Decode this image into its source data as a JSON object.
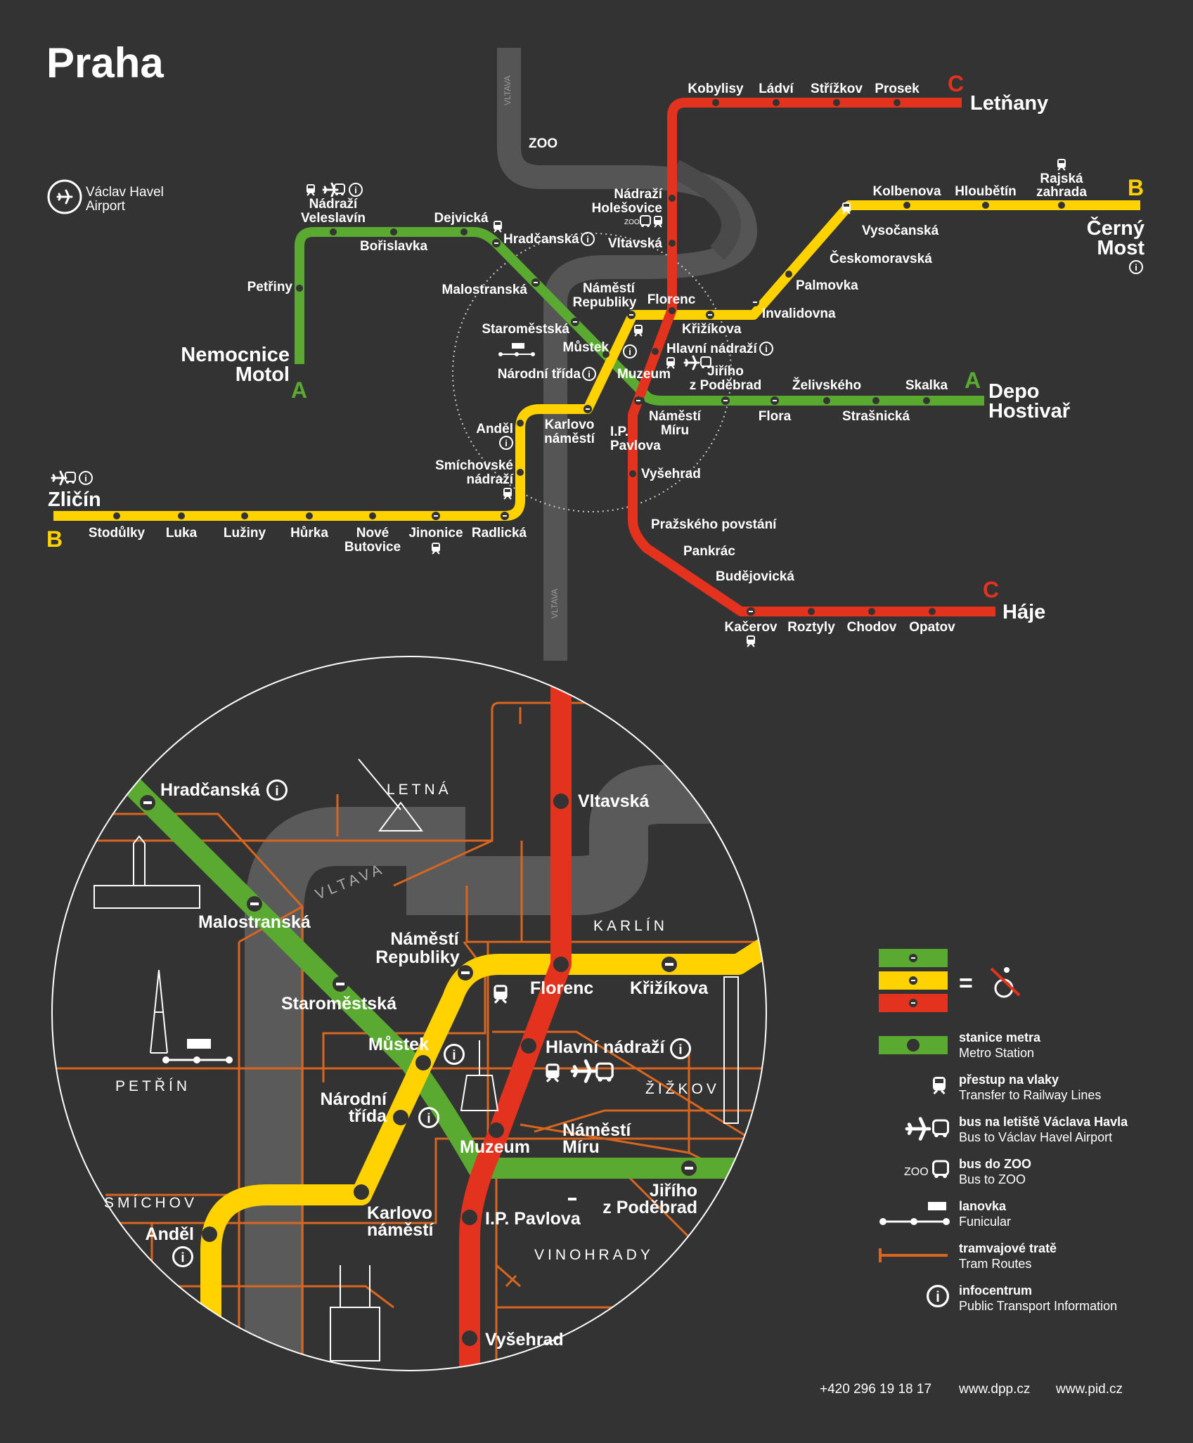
{
  "title": "Praha",
  "airport": {
    "line1": "Václav Havel",
    "line2": "Airport"
  },
  "river": {
    "label": "VLTAVA"
  },
  "colors": {
    "green": "#5aaa32",
    "yellow": "#ffd200",
    "red": "#e3321e",
    "tram": "#d9661f",
    "bg": "#333333",
    "gray": "#555555"
  },
  "line_letters": {
    "A": "A",
    "B": "B",
    "C": "C"
  },
  "termini": {
    "letnany": "Letňany",
    "cerny_most_1": "Černý",
    "cerny_most_2": "Most",
    "depo_1": "Depo",
    "depo_2": "Hostivař",
    "haje": "Háje",
    "motol_1": "Nemocnice",
    "motol_2": "Motol",
    "zlicin": "Zličín"
  },
  "stations": {
    "kobylisy": "Kobylisy",
    "ladvi": "Ládví",
    "strizkov": "Střížkov",
    "prosek": "Prosek",
    "holesovice_1": "Nádraží",
    "holesovice_2": "Holešovice",
    "vltavska": "Vltavská",
    "florenc": "Florenc",
    "hlavni": "Hlavní nádraží",
    "muzeum": "Muzeum",
    "ip_pavlova_1": "I.P.",
    "ip_pavlova_2": "Pavlova",
    "vysehrad": "Vyšehrad",
    "prazskeho": "Pražského povstání",
    "pankrac": "Pankrác",
    "budejovicka": "Budějovická",
    "kacerov": "Kačerov",
    "roztyly": "Roztyly",
    "chodov": "Chodov",
    "opatov": "Opatov",
    "veleslavin_1": "Nádraží",
    "veleslavin_2": "Veleslavín",
    "dejvicka": "Dejvická",
    "borislavka": "Bořislavka",
    "petriny": "Petřiny",
    "hradcanska": "Hradčanská",
    "malostranska": "Malostranská",
    "staromestska": "Staroměstská",
    "mustek": "Můstek",
    "nam_miru_1": "Náměstí",
    "nam_miru_2": "Míru",
    "jiriho_1": "Jiřího",
    "jiriho_2": "z Poděbrad",
    "flora": "Flora",
    "zelivskeho": "Želivského",
    "strasnicka": "Strašnická",
    "skalka": "Skalka",
    "rajska_1": "Rajská",
    "rajska_2": "zahrada",
    "kolbenova": "Kolbenova",
    "hloubetin": "Hloubětín",
    "vysocanska": "Vysočanská",
    "ceskomoravska": "Českomoravská",
    "palmovka": "Palmovka",
    "invalidovna": "Invalidovna",
    "krizikova": "Křižíkova",
    "nam_rep_1": "Náměstí",
    "nam_rep_2": "Republiky",
    "narodni": "Národní třída",
    "karlovo_1": "Karlovo",
    "karlovo_2": "náměstí",
    "andel": "Anděl",
    "smichovske_1": "Smíchovské",
    "smichovske_2": "nádraží",
    "radlicka": "Radlická",
    "jinonice": "Jinonice",
    "nove_1": "Nové",
    "nove_2": "Butovice",
    "hurka": "Hůrka",
    "luziny": "Lužiny",
    "luka": "Luka",
    "stodulky": "Stodůlky",
    "zoo": "ZOO",
    "zoo_small": "ZOO"
  },
  "detail": {
    "hradcanska": "Hradčanská",
    "vltavska": "Vltavská",
    "malostranska": "Malostranská",
    "nam_rep_1": "Náměstí",
    "nam_rep_2": "Republiky",
    "florenc": "Florenc",
    "krizikova": "Křižíkova",
    "staromestska": "Staroměstská",
    "mustek": "Můstek",
    "hlavni": "Hlavní nádraží",
    "narodni_1": "Národní",
    "narodni_2": "třída",
    "muzeum": "Muzeum",
    "nam_miru_1": "Náměstí",
    "nam_miru_2": "Míru",
    "jiriho_1": "Jiřího",
    "jiriho_2": "z Poděbrad",
    "karlovo_1": "Karlovo",
    "karlovo_2": "náměstí",
    "andel": "Anděl",
    "ip_pavlova": "I.P. Pavlova",
    "vysehrad": "Vyšehrad"
  },
  "districts": {
    "letna": "LETNÁ",
    "karlin": "KARLÍN",
    "petrin": "PETŘÍN",
    "zizkov": "ŽIŽKOV",
    "smichov": "SMÍCHOV",
    "vinohrady": "VINOHRADY",
    "vltava": "VLTAVA"
  },
  "legend": [
    {
      "bold": "stanice metra",
      "normal": "Metro Station"
    },
    {
      "bold": "přestup na vlaky",
      "normal": "Transfer to Railway Lines"
    },
    {
      "bold": "bus na letiště Václava Havla",
      "normal": "Bus to Václav Havel Airport"
    },
    {
      "bold": "bus do ZOO",
      "normal": "Bus to ZOO"
    },
    {
      "bold": "lanovka",
      "normal": "Funicular"
    },
    {
      "bold": "tramvajové tratě",
      "normal": "Tram Routes"
    },
    {
      "bold": "infocentrum",
      "normal": "Public Transport Information"
    }
  ],
  "legend_zoo": "ZOO",
  "legend_equals": "=",
  "info_glyph": "i",
  "footer": {
    "phone": "+420 296 19 18 17",
    "web1": "www.dpp.cz",
    "web2": "www.pid.cz"
  }
}
